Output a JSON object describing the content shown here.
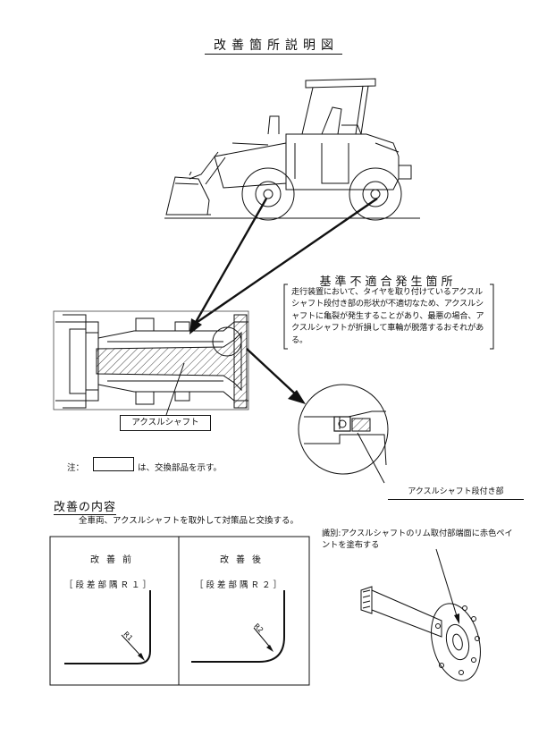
{
  "title": "改善箇所説明図",
  "callout": {
    "title": "基準不適合発生箇所",
    "body": "走行装置において、タイヤを取り付けているアクスルシャフト段付き部の形状が不適切なため、アクスルシャフトに亀裂が発生することがあり、最悪の場合、アクスルシャフトが折損して車輪が脱落するおそれがある。"
  },
  "labels": {
    "axle_shaft": "アクスルシャフト",
    "axle_shaft_step": "アクスルシャフト段付き部"
  },
  "note": {
    "prefix": "注：",
    "text": "は、交換部品を示す。"
  },
  "improvement": {
    "section_title": "改善の内容",
    "description": "全車両、アクスルシャフトを取外して対策品と交換する。",
    "before": {
      "header": "改善前",
      "spec": "［段差部隅Ｒ１］",
      "r_label": "R1"
    },
    "after": {
      "header": "改善後",
      "spec": "［段差部隅Ｒ２］",
      "r_label": "R2"
    }
  },
  "identification": {
    "text": "識別:アクスルシャフトのリム取付部端面に赤色ペイントを塗布する"
  }
}
